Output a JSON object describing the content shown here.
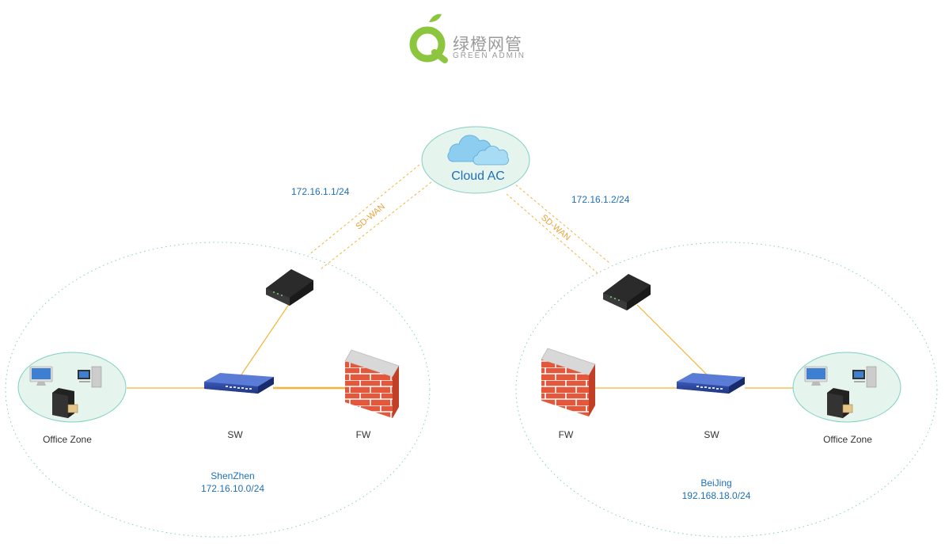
{
  "logo": {
    "name_cn": "绿橙网管",
    "name_en": "GREEN ADMIN"
  },
  "cloud": {
    "label": "Cloud AC"
  },
  "wan": {
    "left_ip": "172.16.1.1/24",
    "right_ip": "172.16.1.2/24",
    "left_link": "SD-WAN",
    "right_link": "SD-WAN"
  },
  "shenzhen": {
    "office_label": "Office Zone",
    "sw_label": "SW",
    "fw_label": "FW",
    "site_name": "ShenZhen",
    "subnet": "172.16.10.0/24"
  },
  "beijing": {
    "office_label": "Office Zone",
    "sw_label": "SW",
    "fw_label": "FW",
    "site_name": "BeiJing",
    "subnet": "192.168.18.0/24"
  },
  "colors": {
    "link": "#f2b43a",
    "wan_link": "#f2b43a",
    "zone_border": "#7fcfc4",
    "zone_fill": "#e6f4ee",
    "ip_text": "#1f6fb8",
    "logo_green": "#8cc63f"
  }
}
